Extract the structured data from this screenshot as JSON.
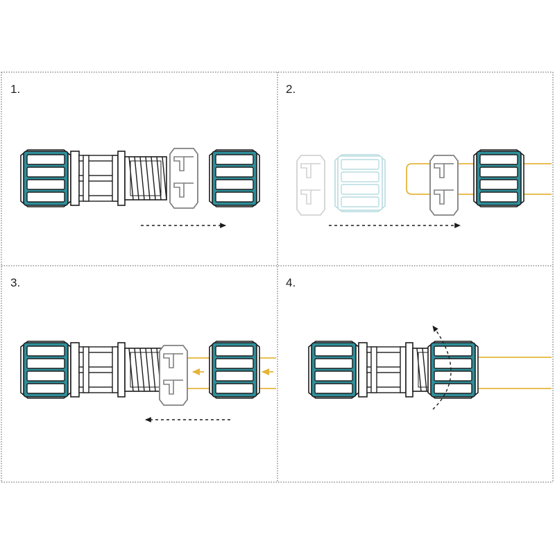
{
  "steps": [
    {
      "label": "1."
    },
    {
      "label": "2."
    },
    {
      "label": "3."
    },
    {
      "label": "4."
    }
  ],
  "colors": {
    "frame": "#555555",
    "outline": "#1c1c1c",
    "nut_fill": "#2f8e99",
    "insert": "#808080",
    "pipe": "#e5b53a",
    "ghost_insert": "#d0d0d0",
    "ghost_nut": "#b7dbe0",
    "arrow": "#1c1c1c"
  },
  "icons": [
    "dashed-arrow-right-icon",
    "dashed-arrow-left-icon",
    "pipe-push-arrow-icon",
    "tighten-rotate-arrow-icon"
  ]
}
